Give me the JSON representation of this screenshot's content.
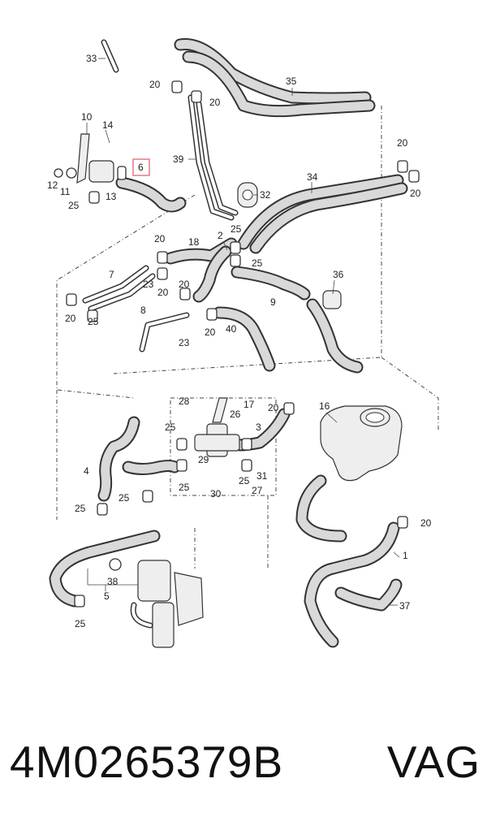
{
  "callouts": {
    "n1": "1",
    "n2": "2",
    "n3": "3",
    "n4": "4",
    "n5": "5",
    "n6": "6",
    "n7": "7",
    "n8": "8",
    "n9": "9",
    "n10": "10",
    "n11": "11",
    "n12": "12",
    "n13": "13",
    "n14": "14",
    "n16": "16",
    "n17": "17",
    "n18": "18",
    "n20": "20",
    "n23": "23",
    "n25": "25",
    "n26": "26",
    "n27": "27",
    "n28": "28",
    "n29": "29",
    "n30": "30",
    "n31": "31",
    "n32": "32",
    "n33": "33",
    "n34": "34",
    "n35": "35",
    "n36": "36",
    "n37": "37",
    "n38": "38",
    "n39": "39",
    "n40": "40"
  },
  "highlight_color": "#e0707a",
  "caption": {
    "part_number": "4M0265379B",
    "brand": "VAG"
  }
}
